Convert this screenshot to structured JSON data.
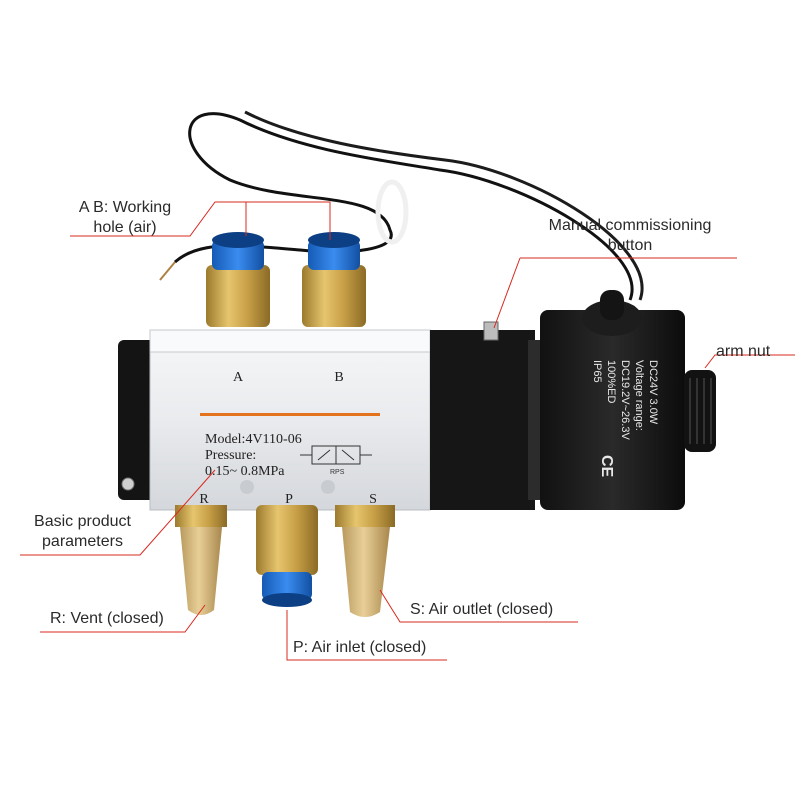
{
  "callouts": {
    "working_hole_line1": "A B: Working",
    "working_hole_line2": "hole (air)",
    "manual_button_line1": "Manual commissioning",
    "manual_button_line2": "button",
    "arm_nut": "arm nut",
    "basic_params_line1": "Basic product",
    "basic_params_line2": "parameters",
    "vent": "R: Vent (closed)",
    "air_inlet": "P: Air inlet (closed)",
    "air_outlet": "S: Air outlet (closed)"
  },
  "valve_body": {
    "port_a": "A",
    "port_b": "B",
    "port_r": "R",
    "port_p": "P",
    "port_s": "S",
    "model": "Model:4V110-06",
    "pressure_label": "Pressure:",
    "pressure_range": "0.15~ 0.8MPa",
    "symbol_text": "RPS"
  },
  "coil": {
    "line1": "DC24V   3.0W",
    "line2": "Voltage range:",
    "line3": "DC19.2V~26.3V",
    "line4": "100%ED",
    "line5": "IP65",
    "mark": "CE"
  },
  "colors": {
    "callout_line": "#d9281e",
    "body": "#eef0f2",
    "coil": "#1a1a1a",
    "fitting_blue": "#1f6fd6",
    "brass": "#c9a24a",
    "stripe": "#e3731c"
  }
}
